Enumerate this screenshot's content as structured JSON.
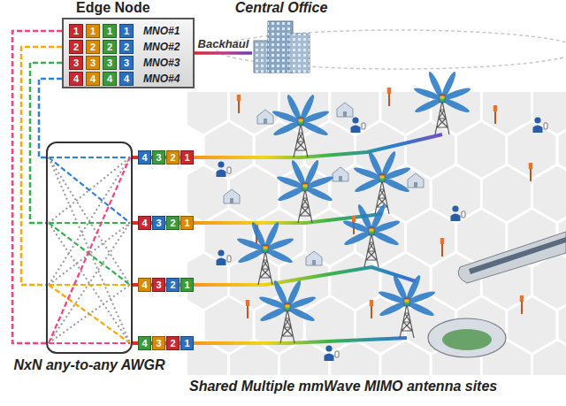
{
  "diagram": {
    "nodes": [
      {
        "text": [
          "Edge Node"
        ]
      },
      {
        "text": [
          "1"
        ],
        "in": 0
      },
      {
        "text": [
          "1"
        ],
        "in": 0
      },
      {
        "text": [
          "1"
        ],
        "in": 0
      },
      {
        "text": [
          "1"
        ],
        "in": 0
      },
      {
        "text": [
          "2"
        ],
        "in": 0
      },
      {
        "text": [
          "2"
        ],
        "in": 0
      },
      {
        "text": [
          "2"
        ],
        "in": 0
      },
      {
        "text": [
          "2"
        ],
        "in": 0
      },
      {
        "text": [
          "3"
        ],
        "in": 0
      },
      {
        "text": [
          "3"
        ],
        "in": 0
      },
      {
        "text": [
          "3"
        ],
        "in": 0
      },
      {
        "text": [
          "3"
        ],
        "in": 0
      },
      {
        "text": [
          "4"
        ],
        "in": 0
      },
      {
        "text": [
          "4"
        ],
        "in": 0
      },
      {
        "text": [
          "4"
        ],
        "in": 0
      },
      {
        "text": [
          "4"
        ],
        "in": 0
      },
      {
        "text": [
          "Central Office"
        ]
      },
      {
        "text": [
          "NxN any-to-any AWGR"
        ]
      },
      {
        "text": [
          "4"
        ]
      },
      {
        "text": [
          "3"
        ]
      },
      {
        "text": [
          "2"
        ]
      },
      {
        "text": [
          "1"
        ]
      },
      {
        "text": [
          "4"
        ]
      },
      {
        "text": [
          "3"
        ]
      },
      {
        "text": [
          "2"
        ]
      },
      {
        "text": [
          "1"
        ]
      },
      {
        "text": [
          "4"
        ]
      },
      {
        "text": [
          "3"
        ]
      },
      {
        "text": [
          "2"
        ]
      },
      {
        "text": [
          "1"
        ]
      },
      {
        "text": [
          "4"
        ]
      },
      {
        "text": [
          "3"
        ]
      },
      {
        "text": [
          "2"
        ]
      },
      {
        "text": [
          "1"
        ]
      }
    ],
    "edges": [
      {
        "from": 0,
        "to": 17,
        "label": "Backhaul",
        "arrow": "none"
      },
      {
        "from": 0,
        "to": 18,
        "arrow": "none"
      },
      {
        "from": 0,
        "to": 18,
        "arrow": "none"
      },
      {
        "from": 0,
        "to": 18,
        "arrow": "none"
      },
      {
        "from": 0,
        "to": 18,
        "arrow": "none"
      }
    ],
    "labels": [
      "MNO#1",
      "MNO#2",
      "MNO#3",
      "MNO#4",
      "Shared Multiple mmWave MIMO antenna sites"
    ]
  }
}
